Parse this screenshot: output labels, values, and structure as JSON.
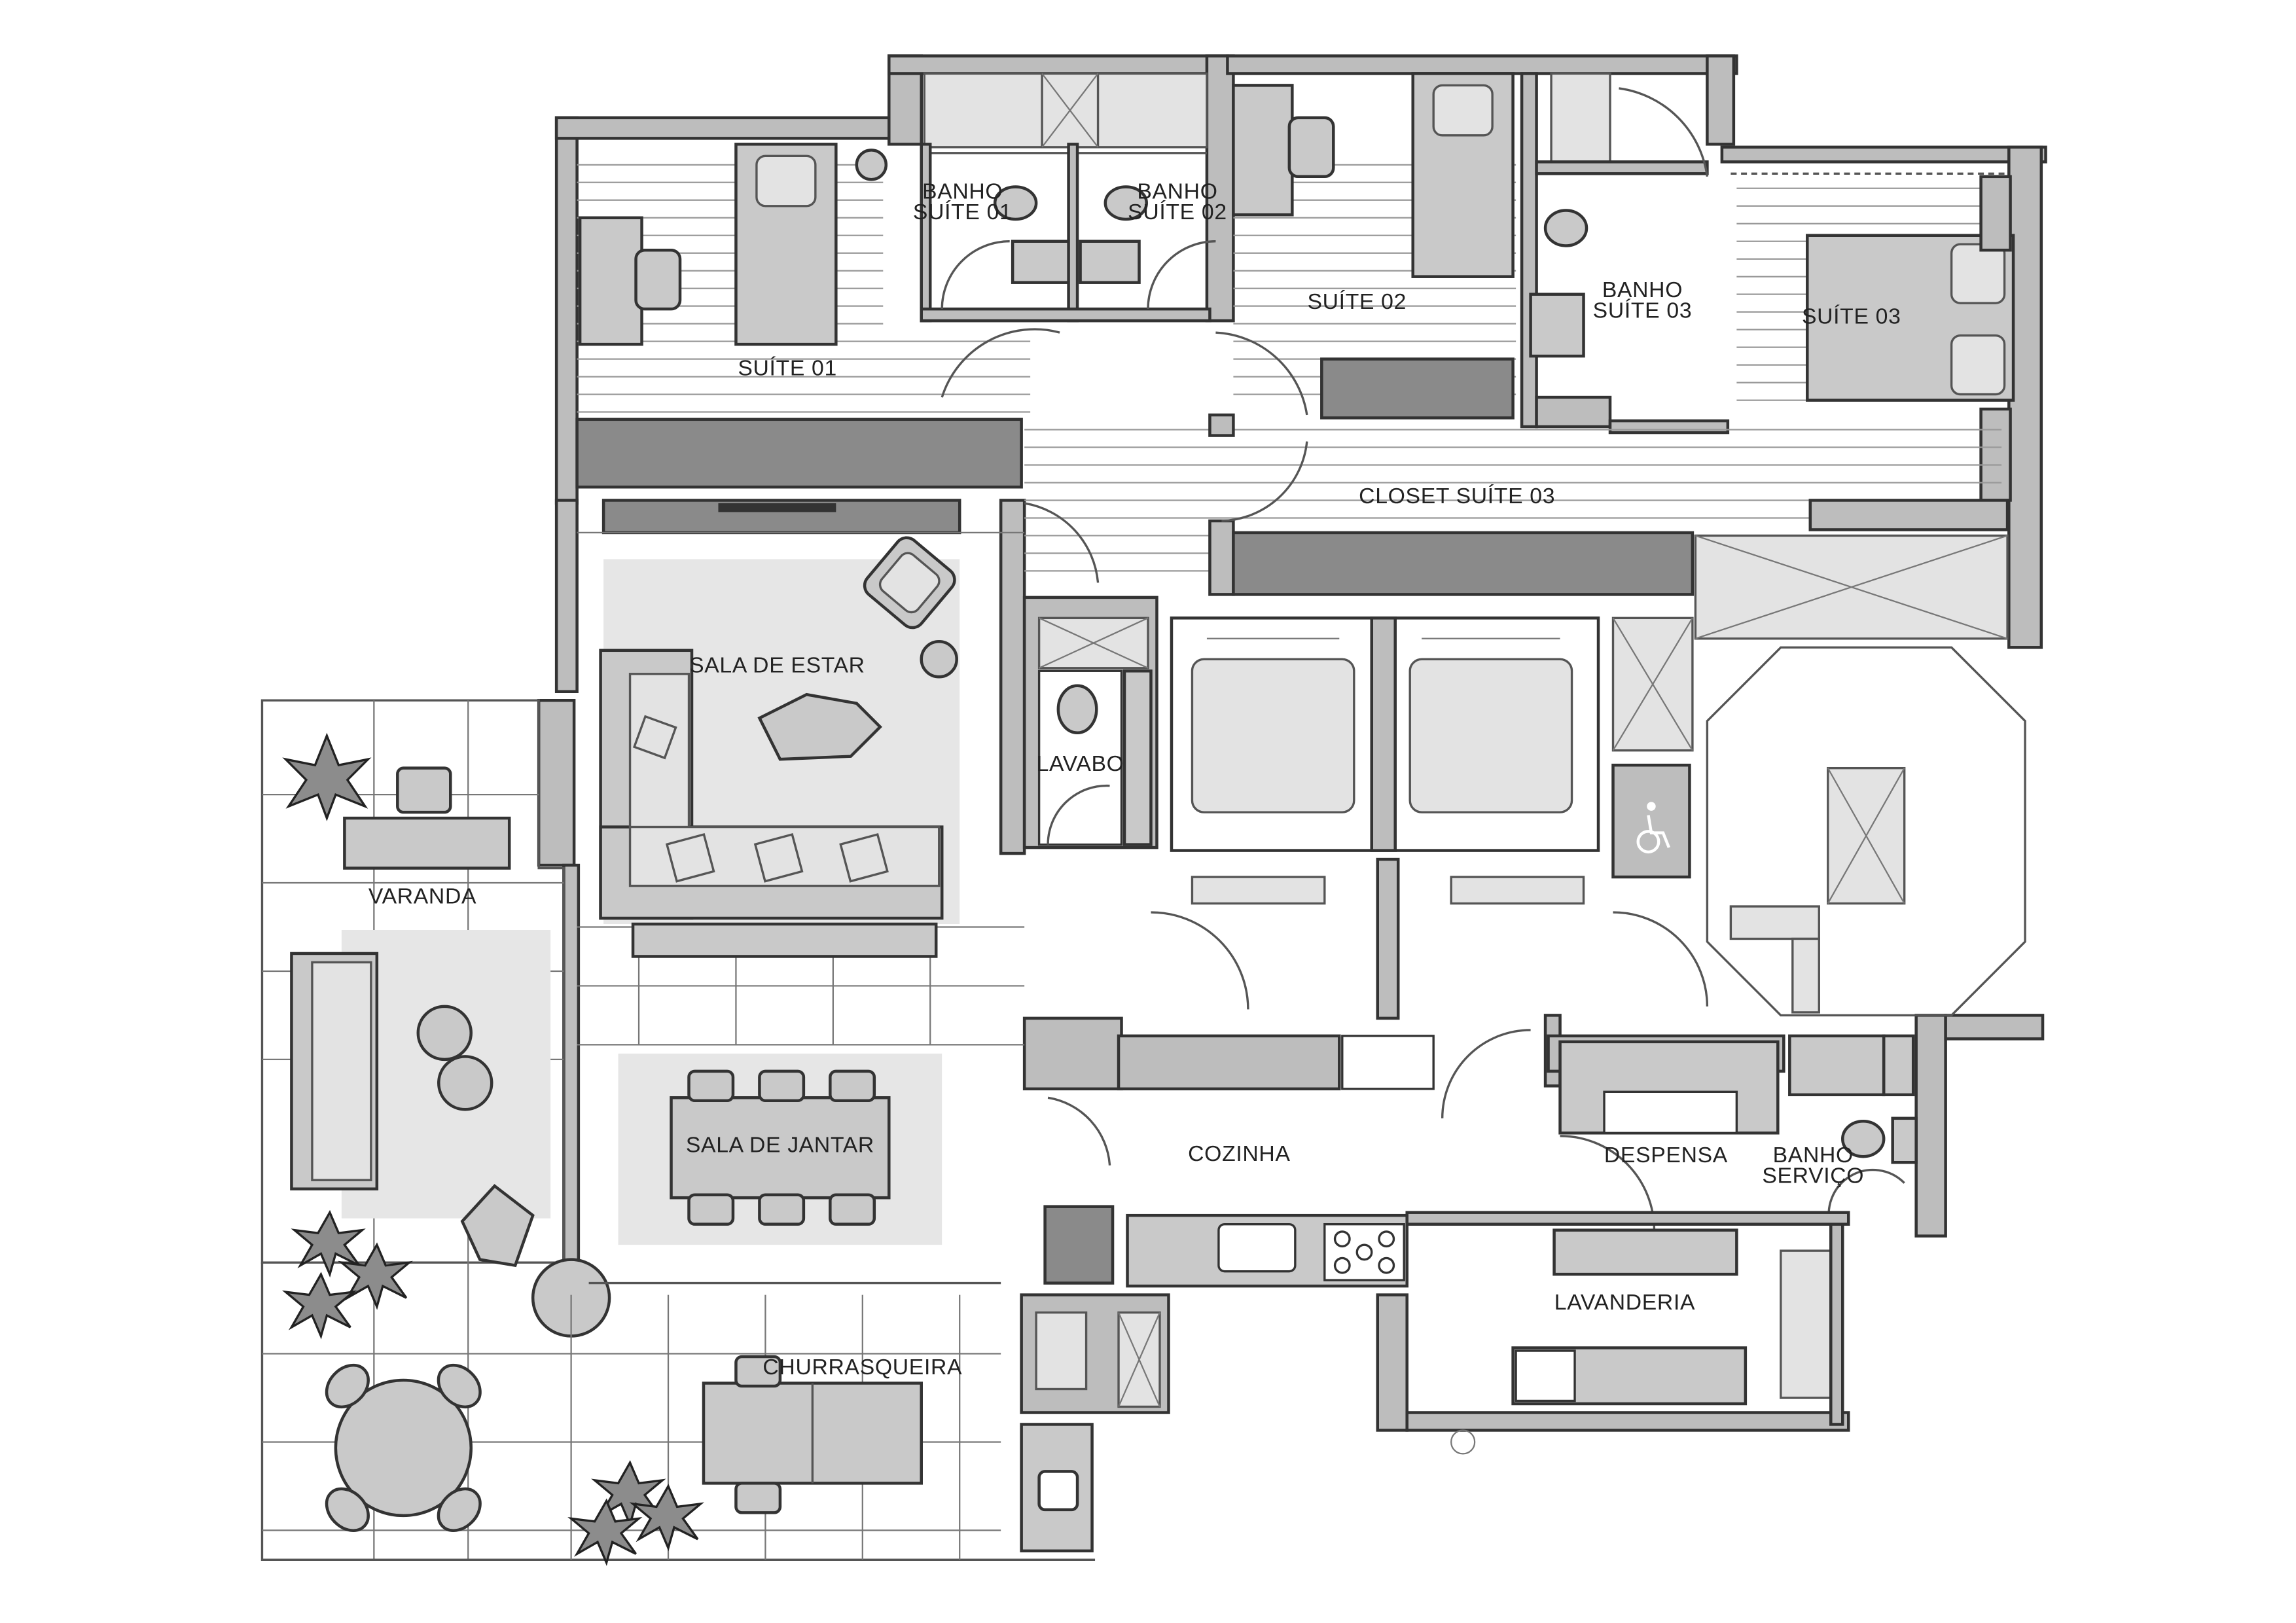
{
  "rooms": {
    "suite_01": "SUÍTE 01",
    "banho_suite_01_line1": "BANHO",
    "banho_suite_01_line2": "SUÍTE 01",
    "banho_suite_02_line1": "BANHO",
    "banho_suite_02_line2": "SUÍTE 02",
    "suite_02": "SUÍTE 02",
    "banho_suite_03_line1": "BANHO",
    "banho_suite_03_line2": "SUÍTE 03",
    "suite_03": "SUÍTE 03",
    "closet_suite_03": "CLOSET SUÍTE 03",
    "sala_de_estar": "SALA DE ESTAR",
    "lavabo": "LAVABO",
    "varanda": "VARANDA",
    "sala_de_jantar": "SALA DE JANTAR",
    "cozinha": "COZINHA",
    "despensa": "DESPENSA",
    "banho_servico_line1": "BANHO",
    "banho_servico_line2": "SERVIÇO",
    "churrasqueira": "CHURRASQUEIRA",
    "lavanderia": "LAVANDERIA"
  },
  "icons": {
    "accessibility": "wheelchair-icon"
  },
  "colors": {
    "wall": "#bdbdbd",
    "dark_furniture": "#8a8a8a",
    "rug": "#e6e6e6"
  }
}
